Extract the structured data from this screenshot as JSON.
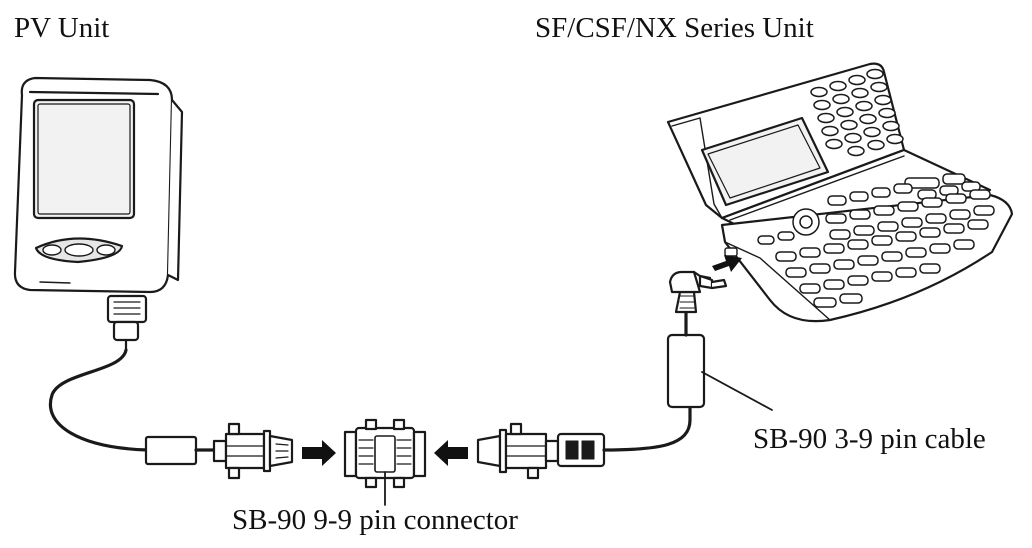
{
  "labels": {
    "pv_unit": "PV Unit",
    "sf_unit": "SF/CSF/NX Series Unit",
    "cable_3_9": "SB-90 3-9 pin cable",
    "connector_9_9": "SB-90 9-9 pin connector"
  },
  "colors": {
    "line": "#1a1a1a",
    "screen_fill": "#f4f4f4",
    "body_fill": "#ffffff",
    "arrow": "#111111"
  }
}
